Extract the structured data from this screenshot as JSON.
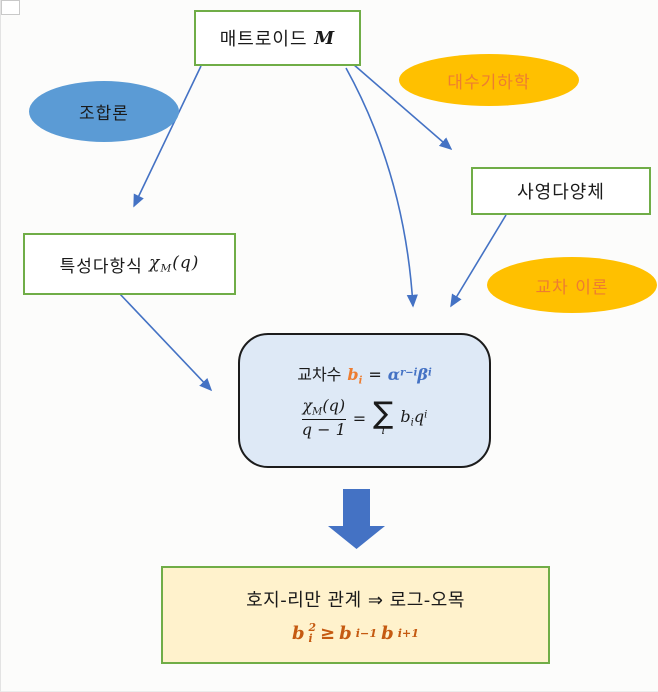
{
  "diagram": {
    "top_box": {
      "label": "매트로이드",
      "math": "M"
    },
    "combinatorics_ellipse": {
      "label": "조합론"
    },
    "alg_geom_ellipse": {
      "label": "대수기하학"
    },
    "projective_box": {
      "label": "사영다양체"
    },
    "char_poly_box": {
      "label": "특성다항식",
      "chi": "χ",
      "chi_sub": "M",
      "chi_args": "(q)"
    },
    "intersection_ellipse": {
      "label": "교차 이론"
    },
    "center_box": {
      "line1": {
        "prefix": "교차수",
        "b": "b",
        "b_sub": "i",
        "equals": "=",
        "alpha": "α",
        "alpha_sup": "r−i",
        "beta": "β",
        "beta_sup": "i"
      },
      "line2": {
        "num_chi": "χ",
        "num_chi_sub": "M",
        "num_args": "(q)",
        "den": "q − 1",
        "equals": "=",
        "sigma": "∑",
        "sigma_sub": "i",
        "b": "b",
        "b_sub": "i",
        "q": "q",
        "q_sup": "i"
      }
    },
    "bottom_box": {
      "line1": "호지-리만 관계 ⇒ 로그-오목",
      "formula": {
        "b1": "b",
        "b1_sup": "2",
        "b1_sub": "i",
        "geq": "≥",
        "b2": "b",
        "b2_sub": "i−1",
        "b3": "b",
        "b3_sub": "i+1"
      }
    }
  },
  "colors": {
    "green_border": "#70AD47",
    "blue_ellipse": "#5B9BD5",
    "orange_ellipse": "#FFC000",
    "center_fill": "#DEE9F6",
    "bottom_fill": "#FFF2CC",
    "arrow_blue": "#4472C4",
    "formula_orange": "#ED7D31",
    "bottom_formula_orange": "#C55A11"
  }
}
